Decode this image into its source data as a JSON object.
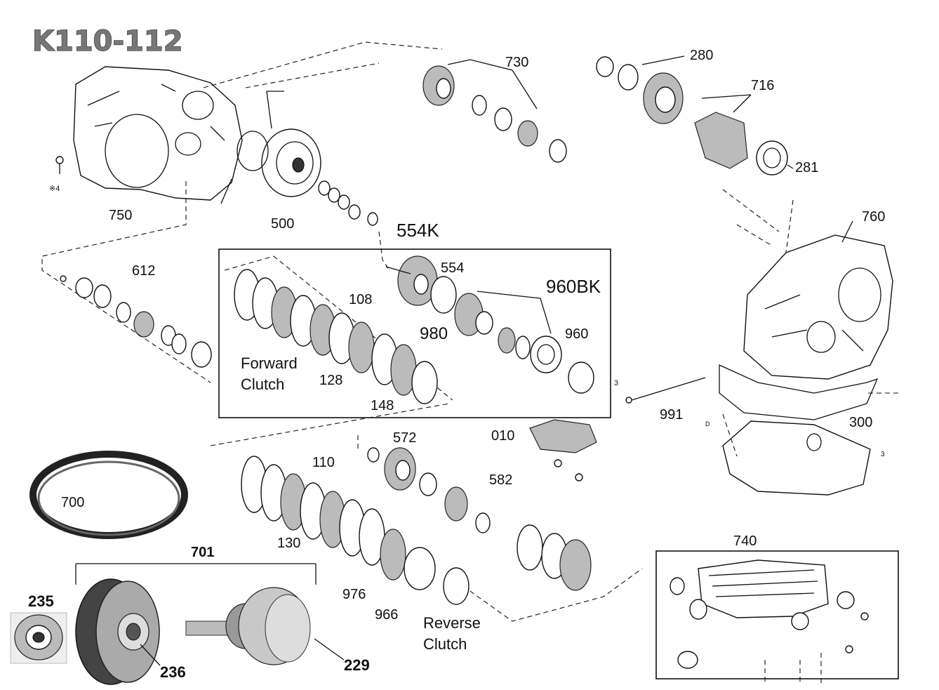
{
  "title": "K110-112",
  "labels": {
    "p750": "750",
    "p500": "500",
    "p730": "730",
    "p280": "280",
    "p716": "716",
    "p281": "281",
    "p760": "760",
    "p612": "612",
    "p554K": "554K",
    "p554": "554",
    "p960BK": "960BK",
    "p980": "980",
    "p960": "960",
    "p108": "108",
    "p128": "128",
    "p148": "148",
    "forward_clutch_line1": "Forward",
    "forward_clutch_line2": "Clutch",
    "p991": "991",
    "p300": "300",
    "p010": "010",
    "p572": "572",
    "p582": "582",
    "p110": "110",
    "p130": "130",
    "p700": "700",
    "p701": "701",
    "p235": "235",
    "p236": "236",
    "p229": "229",
    "p976": "976",
    "p966": "966",
    "reverse_clutch_line1": "Reverse",
    "reverse_clutch_line2": "Clutch",
    "p740": "740",
    "note_x4": "※4",
    "note_3a": "3",
    "note_3b": "3",
    "note_D": "D"
  }
}
